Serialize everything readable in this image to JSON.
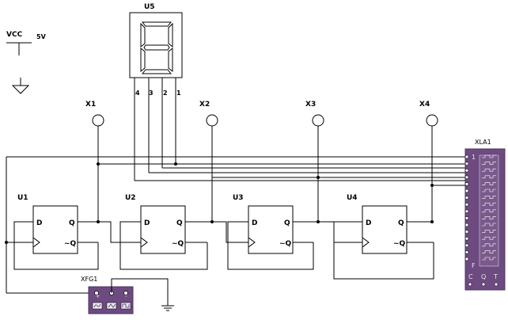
{
  "power": {
    "vcc_label": "VCC",
    "vcc_value": "5V"
  },
  "display": {
    "name": "U5",
    "pins": [
      "4",
      "3",
      "2",
      "1"
    ]
  },
  "probes": [
    {
      "name": "X1"
    },
    {
      "name": "X2"
    },
    {
      "name": "X3"
    },
    {
      "name": "X4"
    }
  ],
  "flipflops": [
    {
      "name": "U1",
      "d": "D",
      "q": "Q",
      "nq": "~Q"
    },
    {
      "name": "U2",
      "d": "D",
      "q": "Q",
      "nq": "~Q"
    },
    {
      "name": "U3",
      "d": "D",
      "q": "Q",
      "nq": "~Q"
    },
    {
      "name": "U4",
      "d": "D",
      "q": "Q",
      "nq": "~Q"
    }
  ],
  "function_generator": {
    "name": "XFG1",
    "terminals": [
      "+",
      "",
      "-"
    ]
  },
  "logic_analyzer": {
    "name": "XLA1",
    "top_pin": "1",
    "bottom_pin": "F",
    "bottom_labels": [
      "C",
      "Q",
      "T"
    ]
  },
  "colors": {
    "instrument": "#6d4a80",
    "instrument_dark": "#4e3460",
    "grid_line": "#ffffff"
  }
}
